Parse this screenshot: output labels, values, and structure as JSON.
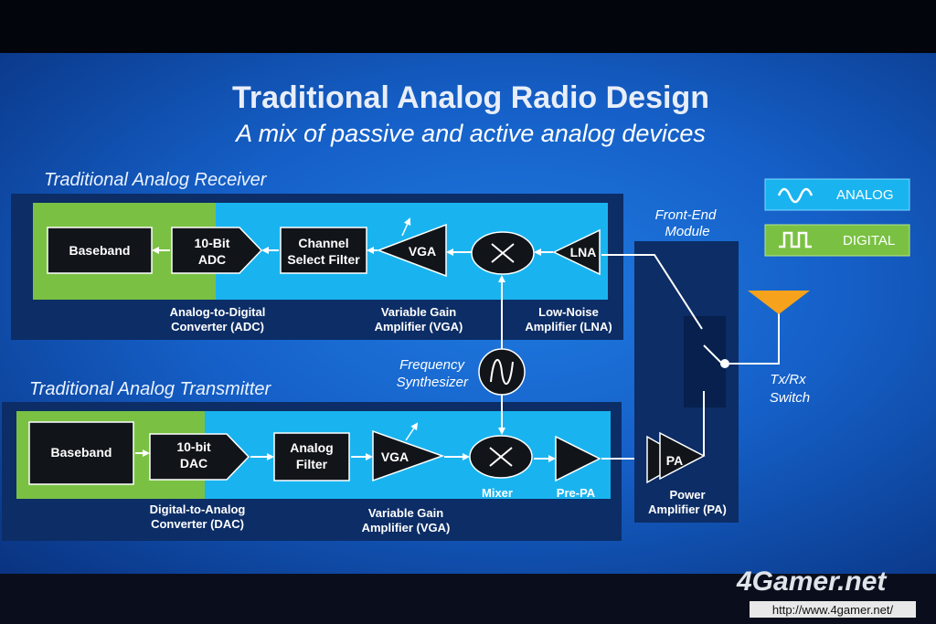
{
  "slide": {
    "title": "Traditional Analog Radio Design",
    "subtitle": "A mix of passive and active analog devices"
  },
  "receiver": {
    "heading": "Traditional Analog Receiver",
    "blocks": {
      "baseband": "Baseband",
      "adc": [
        "10-Bit",
        "ADC"
      ],
      "filter": [
        "Channel",
        "Select Filter"
      ],
      "vga": "VGA",
      "lna": "LNA"
    },
    "labels": {
      "adc": [
        "Analog-to-Digital",
        "Converter (ADC)"
      ],
      "vga": [
        "Variable Gain",
        "Amplifier (VGA)"
      ],
      "lna": [
        "Low-Noise",
        "Amplifier (LNA)"
      ]
    }
  },
  "transmitter": {
    "heading": "Traditional Analog Transmitter",
    "blocks": {
      "baseband": "Baseband",
      "dac": [
        "10-bit",
        "DAC"
      ],
      "filter": [
        "Analog",
        "Filter"
      ],
      "vga": "VGA",
      "pa": "PA"
    },
    "labels": {
      "dac": [
        "Digital-to-Analog",
        "Converter (DAC)"
      ],
      "vga": [
        "Variable Gain",
        "Amplifier (VGA)"
      ],
      "mixer": "Mixer",
      "prepa": "Pre-PA"
    }
  },
  "synth": [
    "Frequency",
    "Synthesizer"
  ],
  "frontend": {
    "title": [
      "Front-End",
      "Module"
    ],
    "pa_label": [
      "Power",
      "Amplifier (PA)"
    ],
    "switch_label": [
      "Tx/Rx",
      "Switch"
    ]
  },
  "legend": {
    "analog": "ANALOG",
    "digital": "DIGITAL"
  },
  "watermark": {
    "logo": "4Gamer.net",
    "url": "http://www.4gamer.net/"
  },
  "colors": {
    "analog_fill": "#19b4f0",
    "digital_fill": "#7ac143",
    "panel": "#0c2d66",
    "antenna": "#f6a21c"
  }
}
